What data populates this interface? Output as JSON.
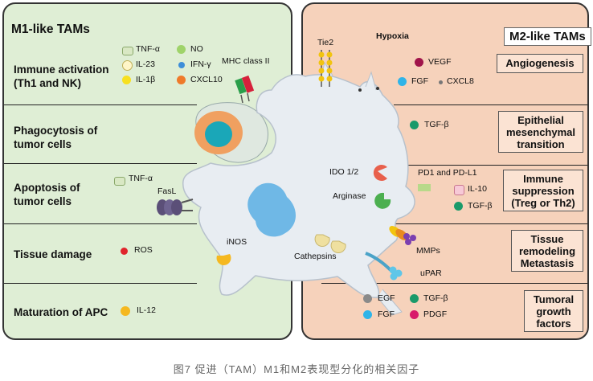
{
  "m1": {
    "header": "M1-like TAMs",
    "sections": {
      "immune_activation": "Immune activation",
      "immune_activation_sub": "(Th1 and NK)",
      "phagocytosis_1": "Phagocytosis of",
      "phagocytosis_2": "tumor cells",
      "apoptosis_1": "Apoptosis of",
      "apoptosis_2": "tumor cells",
      "tissue_damage": "Tissue damage",
      "apc": "Maturation of APC"
    },
    "factors": {
      "tnf_a": "TNF-α",
      "no": "NO",
      "il23": "IL-23",
      "ifn_g": "IFN-γ",
      "il1b": "IL-1β",
      "cxcl10": "CXCL10",
      "mhc": "MHC class II",
      "tnf_a2": "TNF-α",
      "fasl": "FasL",
      "ros": "ROS",
      "il12": "IL-12"
    }
  },
  "m2": {
    "header": "M2-like TAMs",
    "sections": {
      "angiogenesis": "Angiogenesis",
      "emt_1": "Epithelial",
      "emt_2": "mesenchymal",
      "emt_3": "transition",
      "immune_1": "Immune",
      "immune_2": "suppression",
      "immune_3": "(Treg or Th2)",
      "remodel_1": "Tissue",
      "remodel_2": "remodeling",
      "remodel_3": "Metastasis",
      "growth_1": "Tumoral",
      "growth_2": "growth",
      "growth_3": "factors"
    },
    "factors": {
      "tie2": "Tie2",
      "hypoxia": "Hypoxia",
      "vegf": "VEGF",
      "fgf": "FGF",
      "cxcl8": "CXCL8",
      "tgfb_emt": "TGF-β",
      "pd1": "PD1 and PD-L1",
      "il10": "IL-10",
      "tgfb_imm": "TGF-β",
      "mmps": "MMPs",
      "upar": "uPAR",
      "egf": "EGF",
      "tgfb_gr": "TGF-β",
      "fgf2": "FGF",
      "pdgf": "PDGF"
    }
  },
  "cell": {
    "ido": "IDO 1/2",
    "arginase": "Arginase",
    "inos": "iNOS",
    "cathepsins": "Cathepsins"
  },
  "colors": {
    "m1_bg": "#dfeed5",
    "m2_bg": "#f6d2bb",
    "cell_body": "#e8edf2",
    "nucleus": "#6fb8e6",
    "tumor_outer": "#f0a060",
    "tumor_inner": "#1aa7b8"
  },
  "caption": "图7 促进（TAM）M1和M2表现型分化的相关因子"
}
